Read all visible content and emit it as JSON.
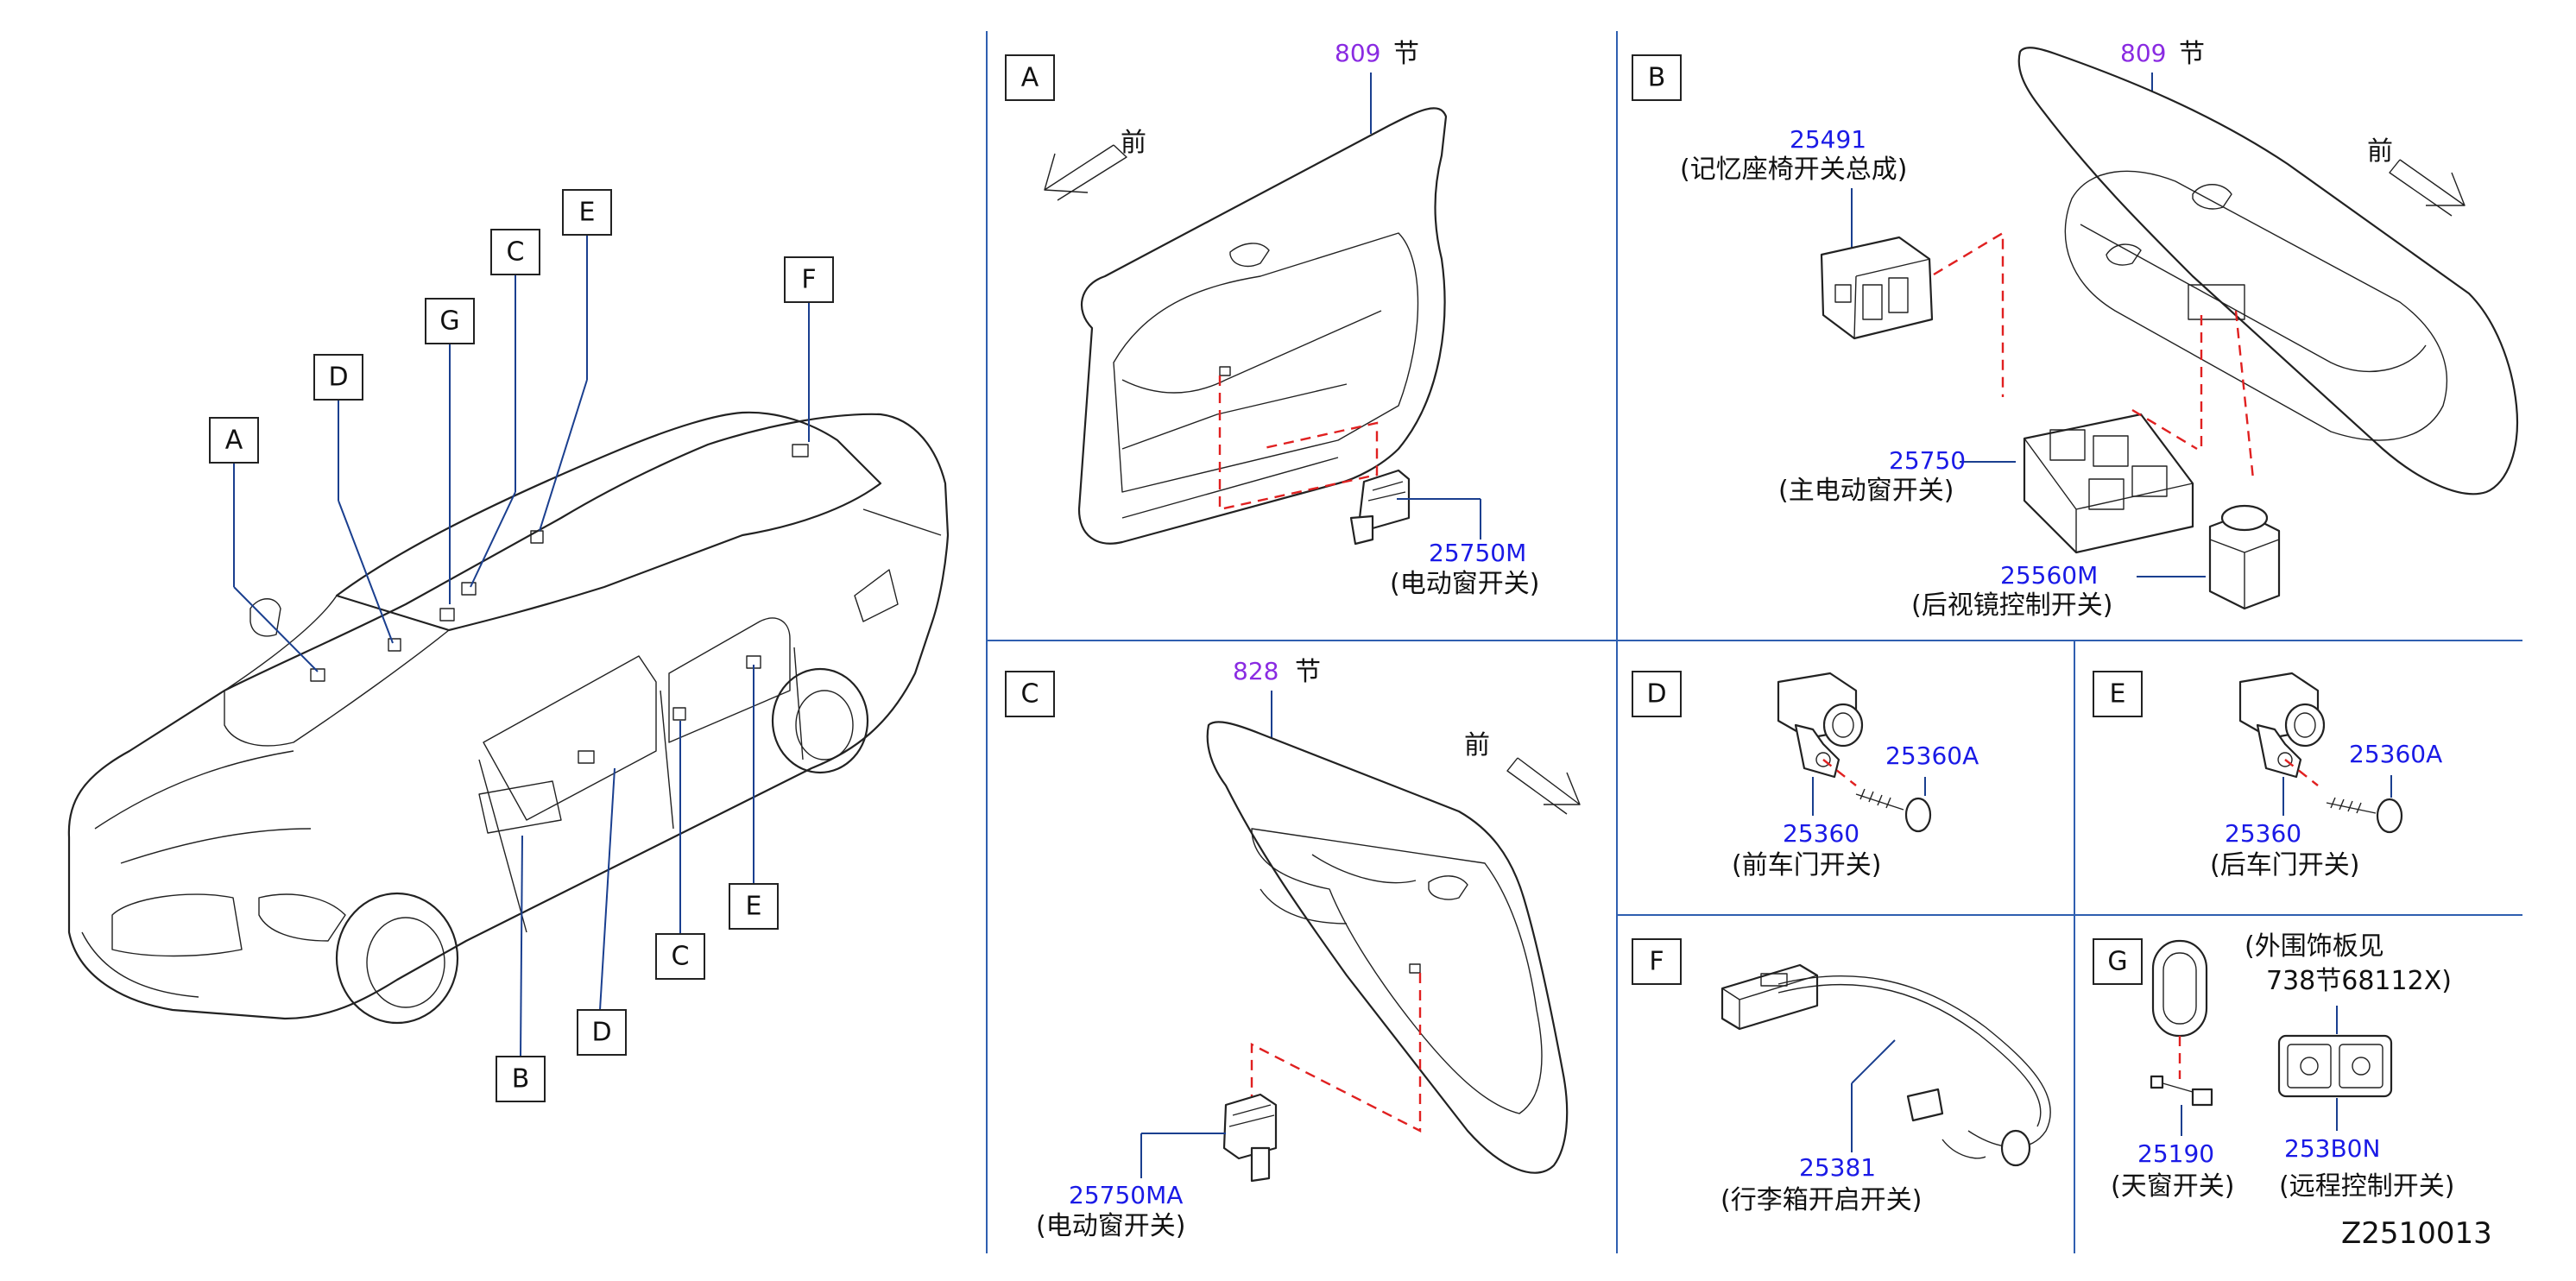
{
  "overview": {
    "callouts": [
      "A",
      "B",
      "C",
      "D",
      "E",
      "F",
      "G"
    ]
  },
  "panels": {
    "A": {
      "letter": "A",
      "section_num": "809",
      "section_word": "节",
      "front_label": "前",
      "part_num": "25750M",
      "part_name": "(电动窗开关)"
    },
    "B": {
      "letter": "B",
      "section_num": "809",
      "section_word": "节",
      "front_label": "前",
      "part1_num": "25491",
      "part1_name": "(记忆座椅开关总成)",
      "part2_num": "25750",
      "part2_name": "(主电动窗开关)",
      "part3_num": "25560M",
      "part3_name": "(后视镜控制开关)"
    },
    "C": {
      "letter": "C",
      "section_num": "828",
      "section_word": "节",
      "front_label": "前",
      "part_num": "25750MA",
      "part_name": "(电动窗开关)"
    },
    "D": {
      "letter": "D",
      "screw_num": "25360A",
      "part_num": "25360",
      "part_name": "(前车门开关)"
    },
    "E": {
      "letter": "E",
      "screw_num": "25360A",
      "part_num": "25360",
      "part_name": "(后车门开关)"
    },
    "F": {
      "letter": "F",
      "part_num": "25381",
      "part_name": "(行李箱开启开关)"
    },
    "G": {
      "letter": "G",
      "note_line1": "(外围饰板见",
      "note_line2": "738节68112X)",
      "part1_num": "25190",
      "part1_name": "(天窗开关)",
      "part2_num": "253B0N",
      "part2_name": "(远程控制开关)"
    }
  },
  "figure_id": "Z2510013",
  "colors": {
    "line": "#222222",
    "leader_blue": "#1a3f8f",
    "part_blue": "#1a1ae6",
    "section_purple": "#8a2be2",
    "dash_red": "#e02020",
    "divider": "#2f5fb0"
  }
}
